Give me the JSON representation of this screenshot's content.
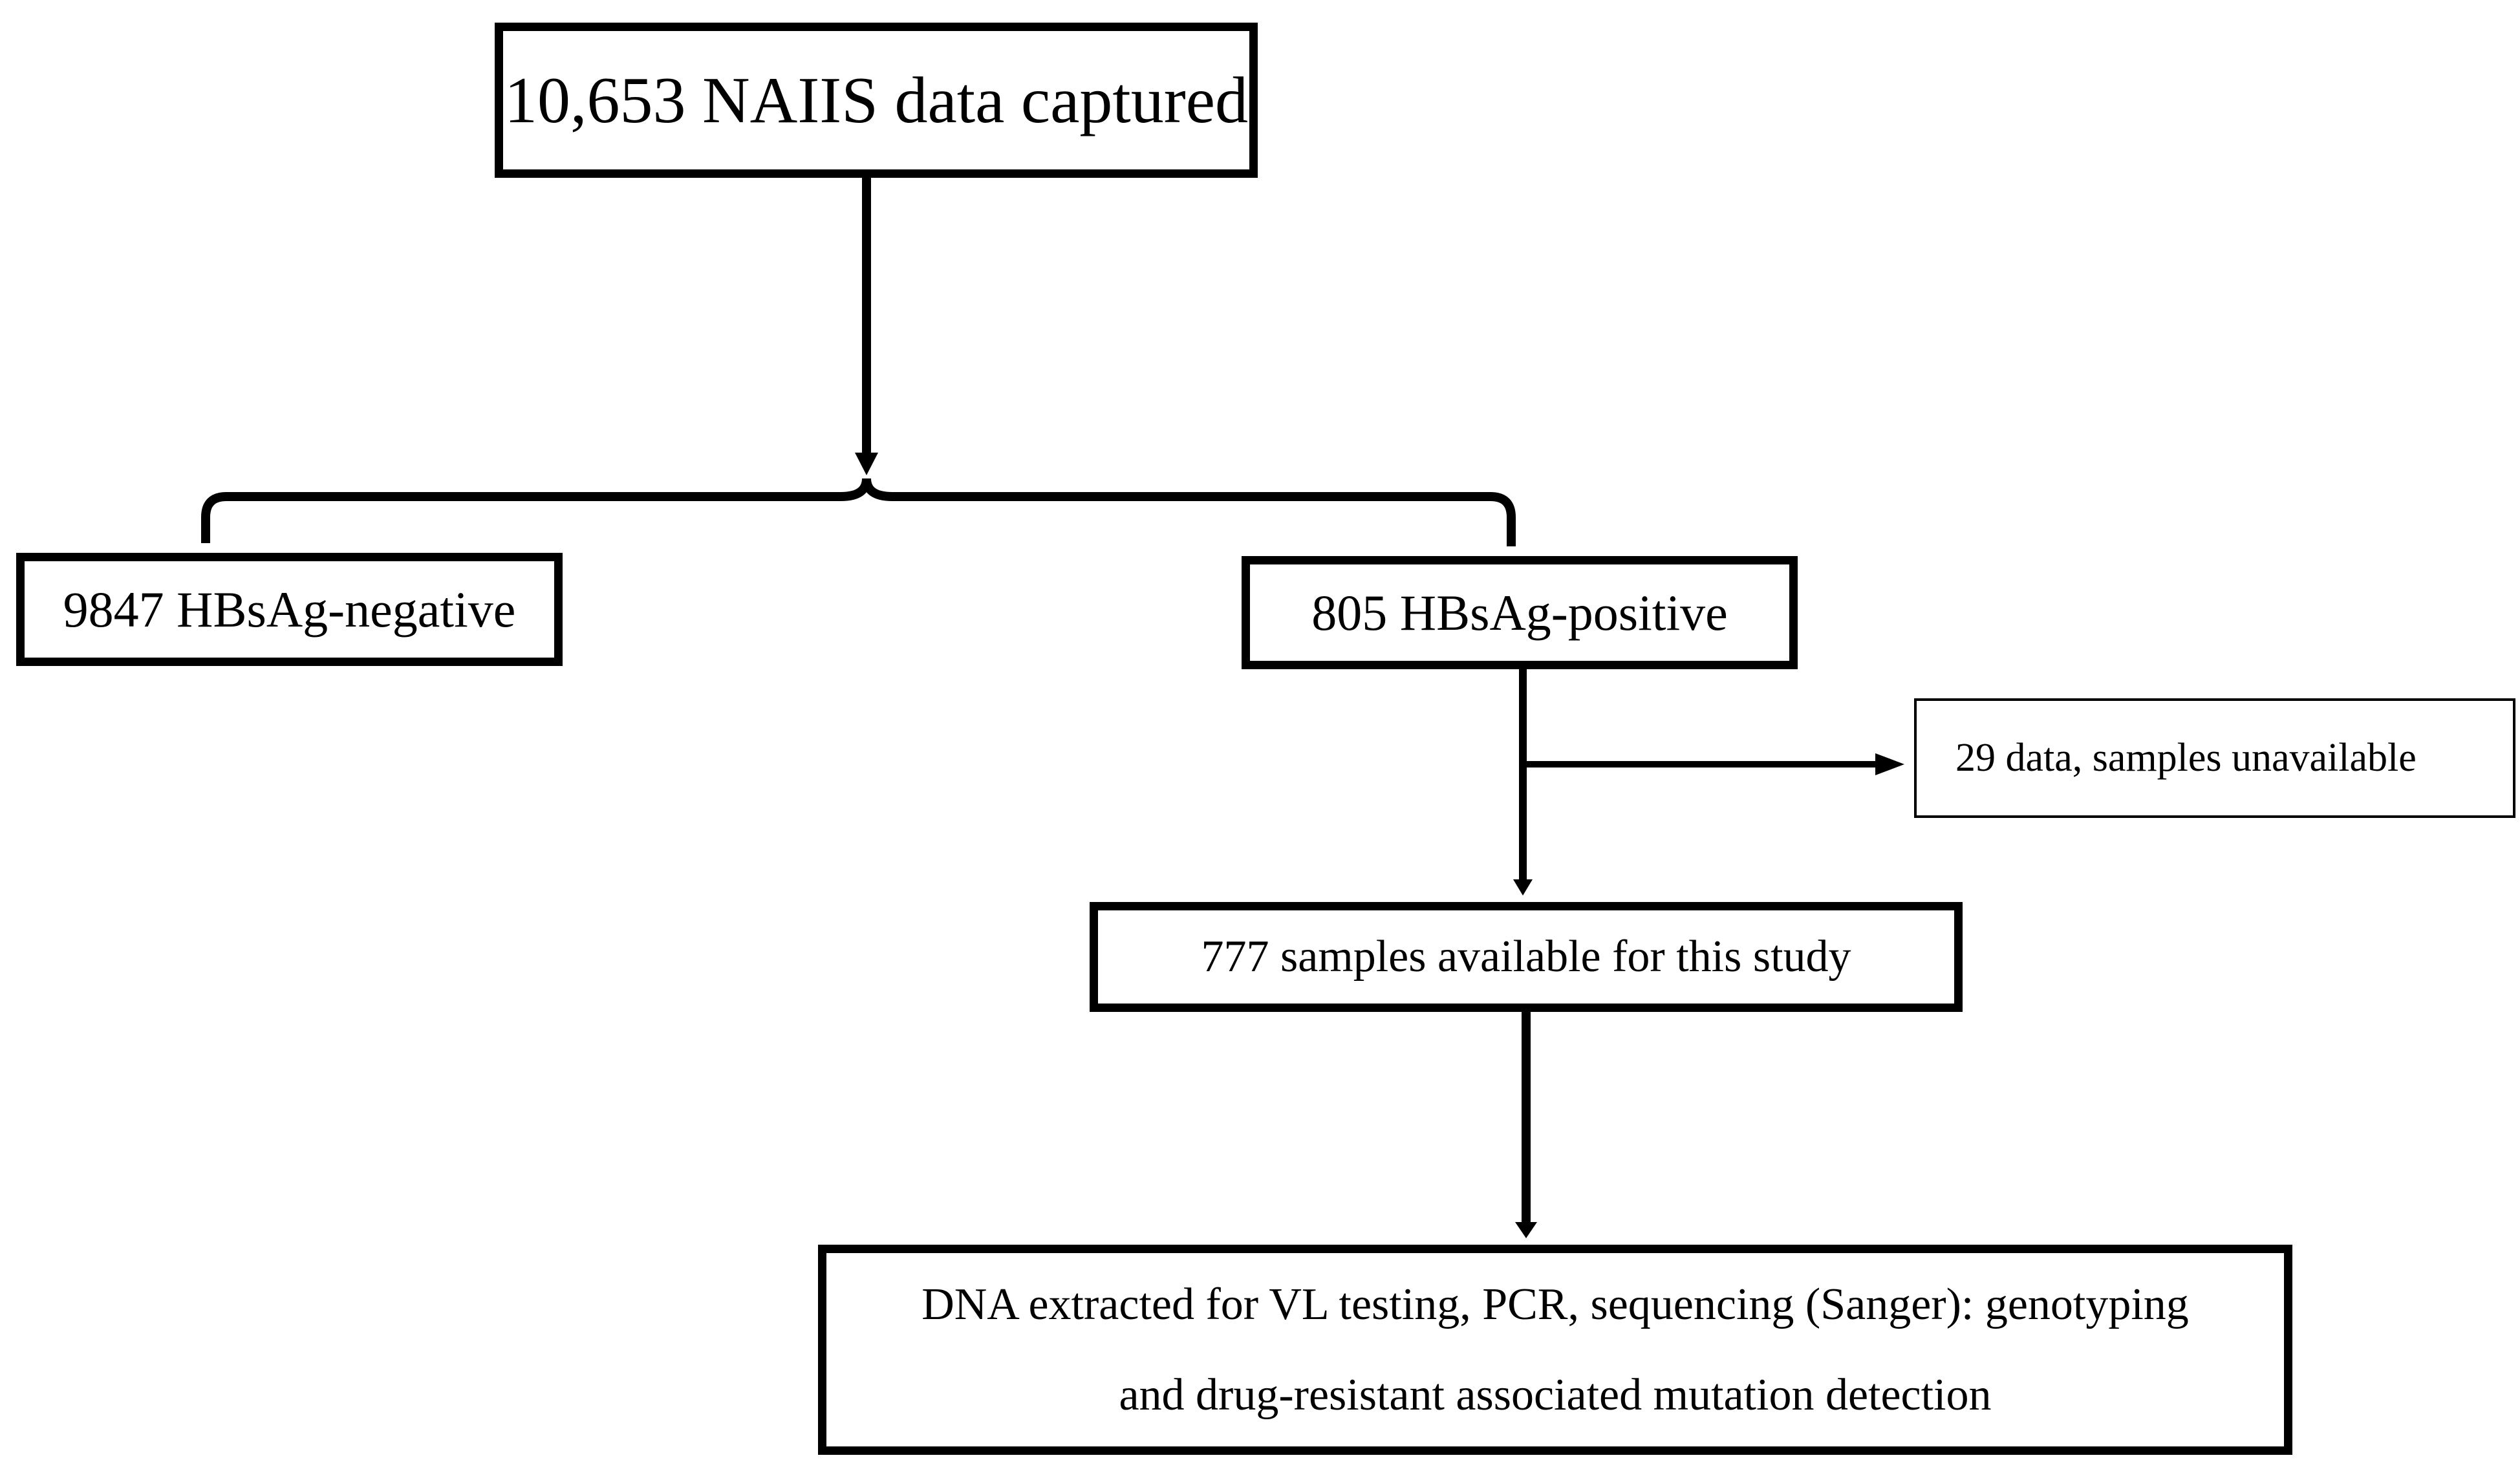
{
  "flowchart": {
    "total": {
      "label": "10,653 NAIIS data captured"
    },
    "negative": {
      "label": "9847 HBsAg-negative"
    },
    "positive": {
      "label": "805 HBsAg-positive"
    },
    "excluded": {
      "label": "29 data, samples unavailable"
    },
    "available": {
      "label": "777 samples available for this study"
    },
    "analysis": {
      "line1": "DNA extracted for VL testing, PCR, sequencing (Sanger): genotyping",
      "line2": "and drug-resistant associated mutation detection"
    }
  },
  "colors": {
    "stroke": "#000000",
    "background": "#ffffff"
  }
}
